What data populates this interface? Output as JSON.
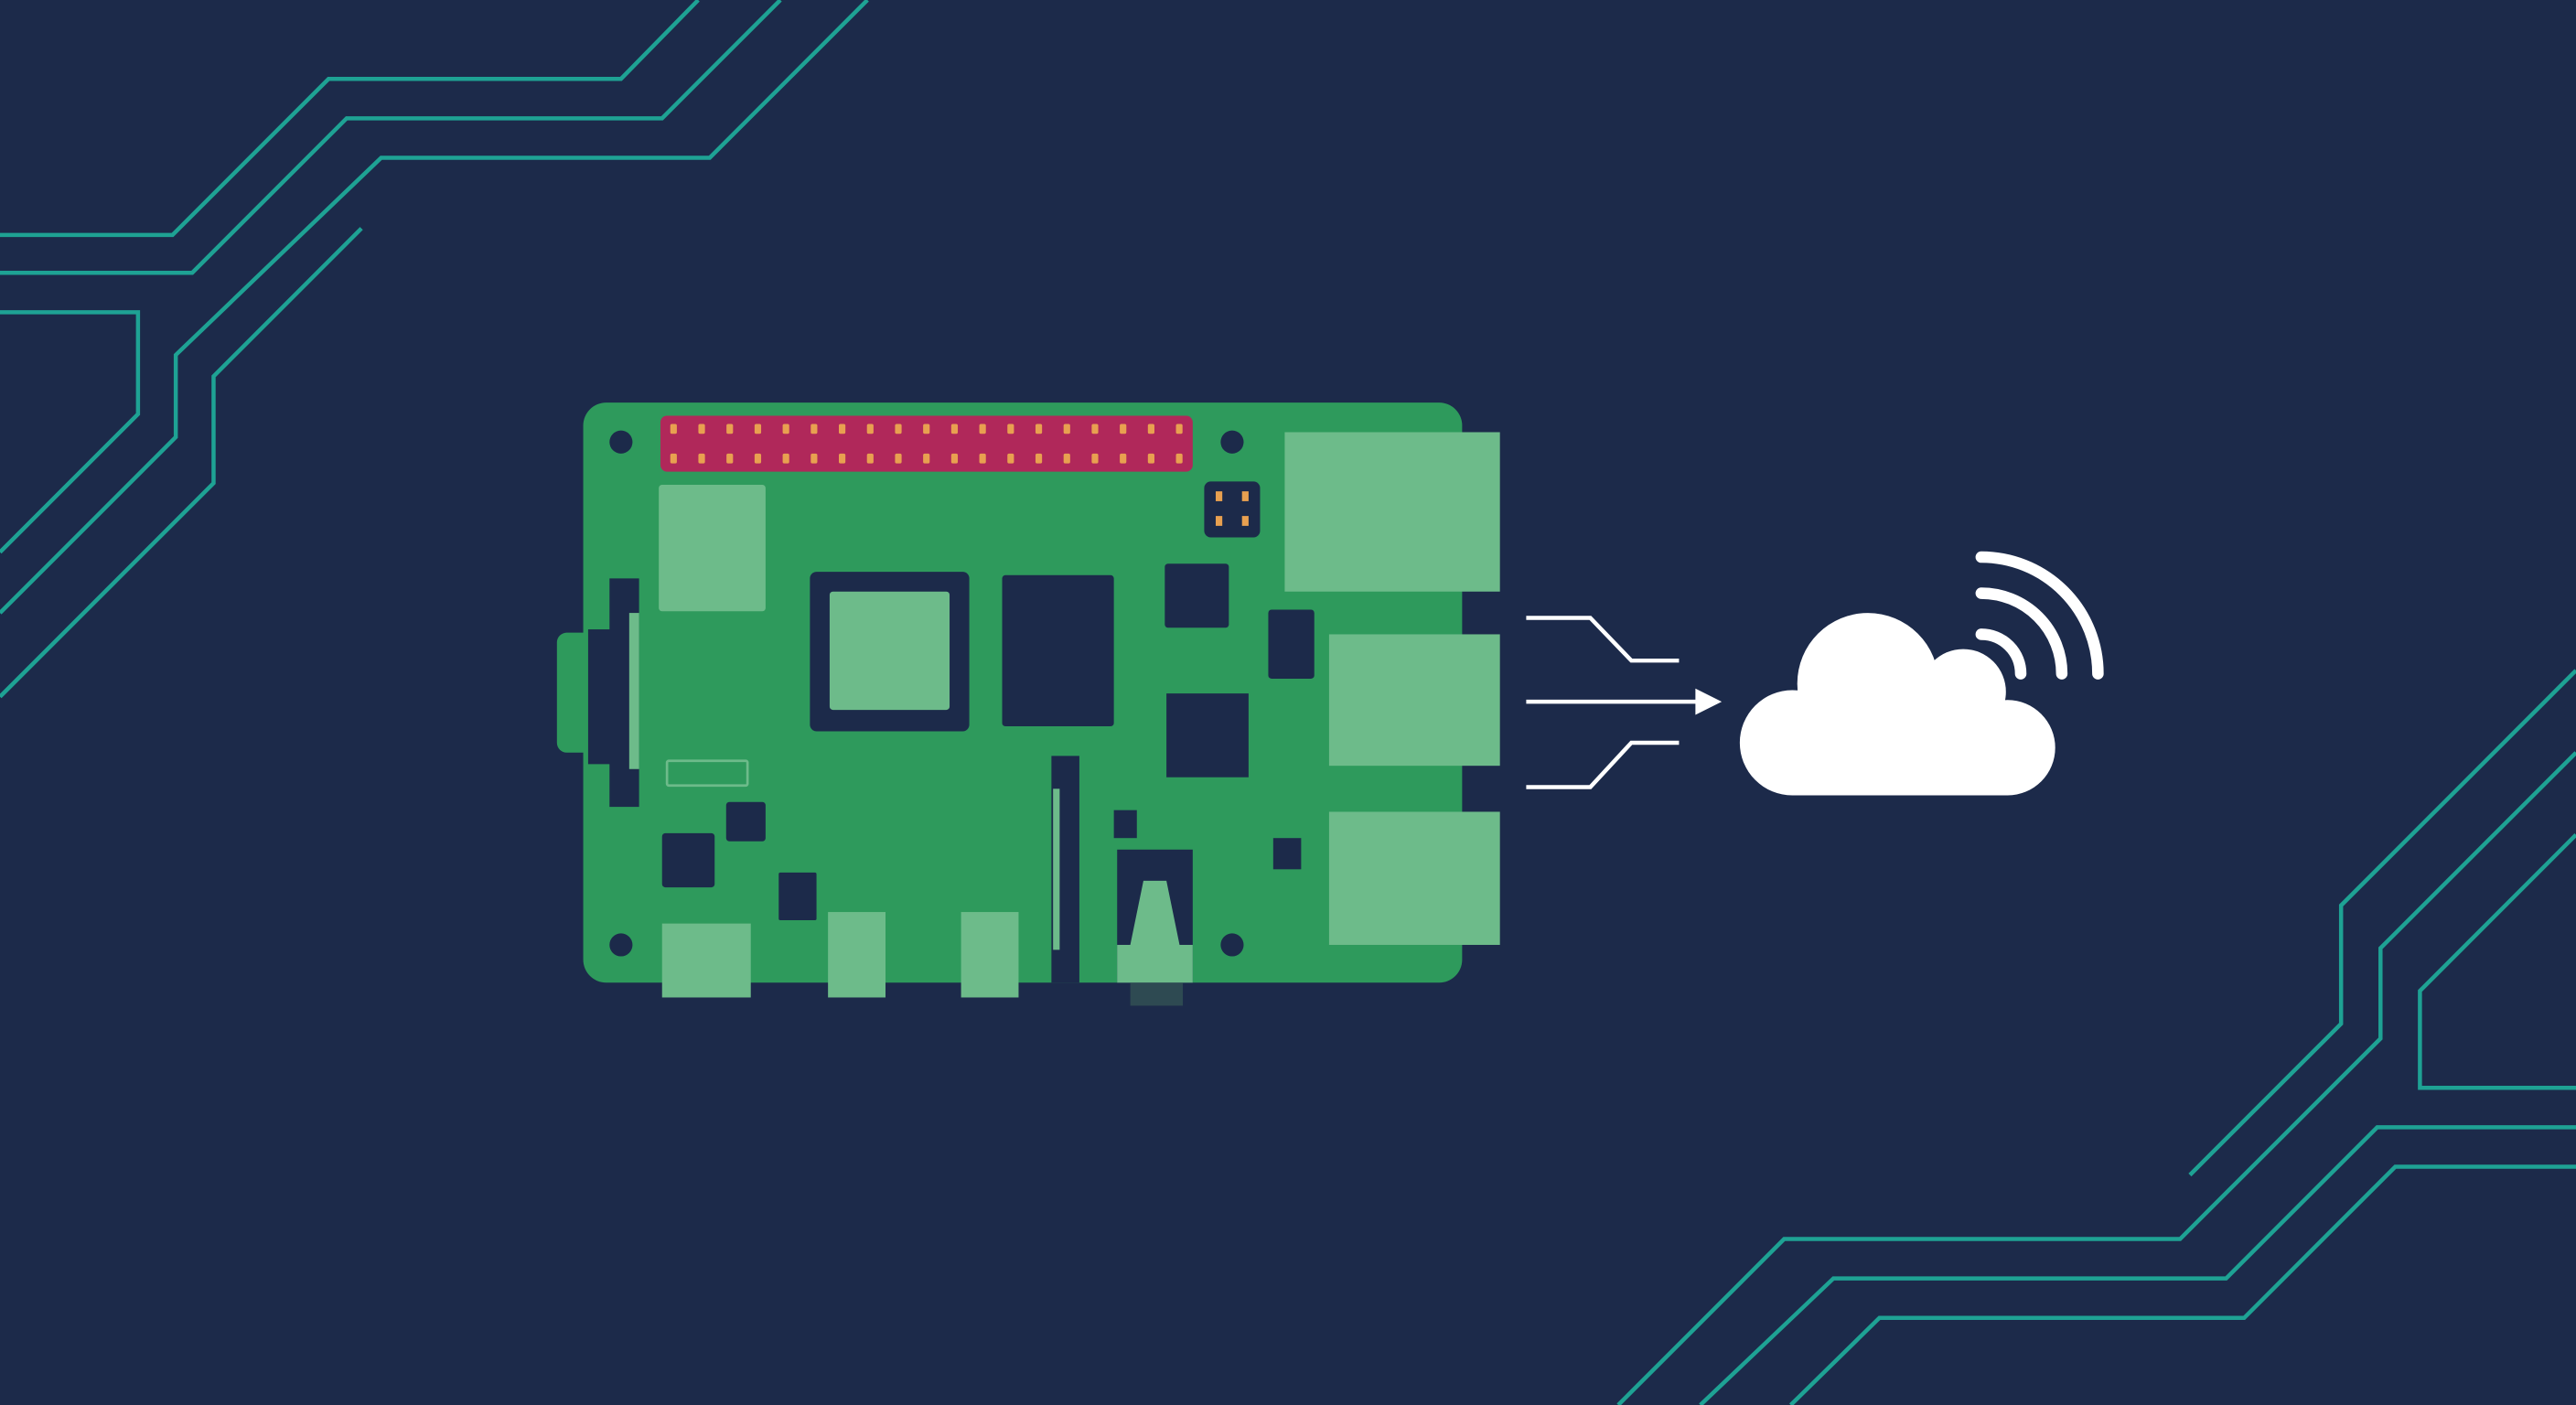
{
  "scene": {
    "subject": "single-board-computer-to-cloud",
    "icons": [
      "circuit-board-icon",
      "data-arrows-icon",
      "cloud-icon",
      "wireless-signal-icon"
    ],
    "colors": {
      "background": "#1c2a4a",
      "board": "#2e9a5c",
      "board_component_light": "#6dbb8a",
      "board_component_dark": "#1c2a4a",
      "gpio_header": "#b0285a",
      "gpio_pin": "#e8a050",
      "circuit_trace": "#1ea294",
      "cloud": "#ffffff",
      "audio_jack_cap": "#2e4a52"
    },
    "gpio_pins": {
      "columns": 19,
      "rows": 2
    }
  }
}
